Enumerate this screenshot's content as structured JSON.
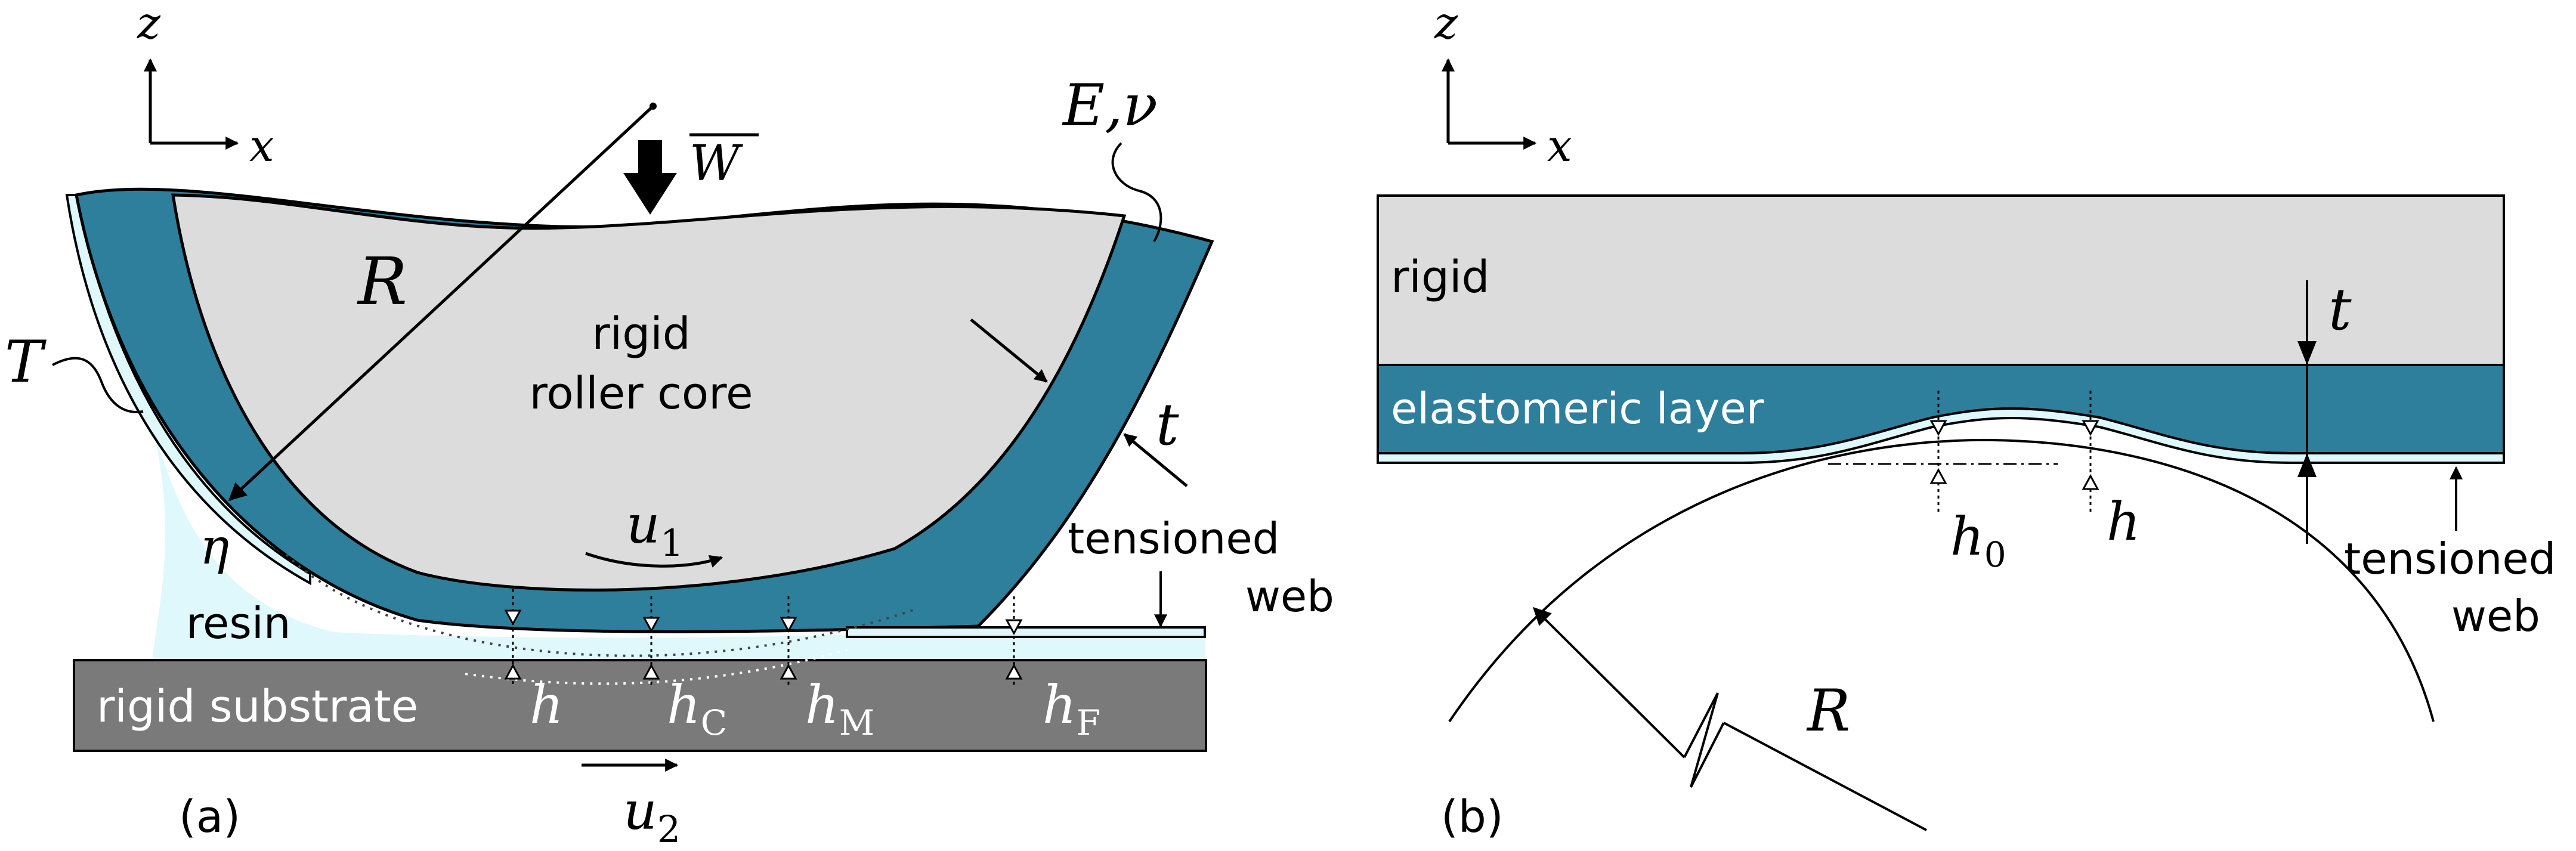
{
  "panel_a": {
    "caption": "(a)",
    "axis_z": "z",
    "axis_x": "x",
    "load": "W",
    "radius": "R",
    "modulus": "E,ν",
    "core_line1": "rigid",
    "core_line2": "roller core",
    "thickness": "t",
    "tension": "T",
    "viscosity": "η",
    "resin": "resin",
    "speed_top": "u",
    "speed_top_sub": "1",
    "speed_bottom": "u",
    "speed_bottom_sub": "2",
    "web_line1": "tensioned",
    "web_line2": "web",
    "substrate": "rigid substrate",
    "gap_h": "h",
    "gap_hc": "h",
    "gap_hc_sub": "C",
    "gap_hm": "h",
    "gap_hm_sub": "M",
    "gap_hf": "h",
    "gap_hf_sub": "F"
  },
  "panel_b": {
    "caption": "(b)",
    "axis_z": "z",
    "axis_x": "x",
    "rigid": "rigid",
    "layer": "elastomeric layer",
    "thickness": "t",
    "gap_h0": "h",
    "gap_h0_sub": "0",
    "gap_h": "h",
    "web_line1": "tensioned",
    "web_line2": "web",
    "radius": "R"
  },
  "colors": {
    "elastomer": "#2e7f9c",
    "core": "#dcdcdc",
    "resin": "#dff8fb",
    "substrate": "#7a7a7a",
    "ink": "#000000"
  }
}
